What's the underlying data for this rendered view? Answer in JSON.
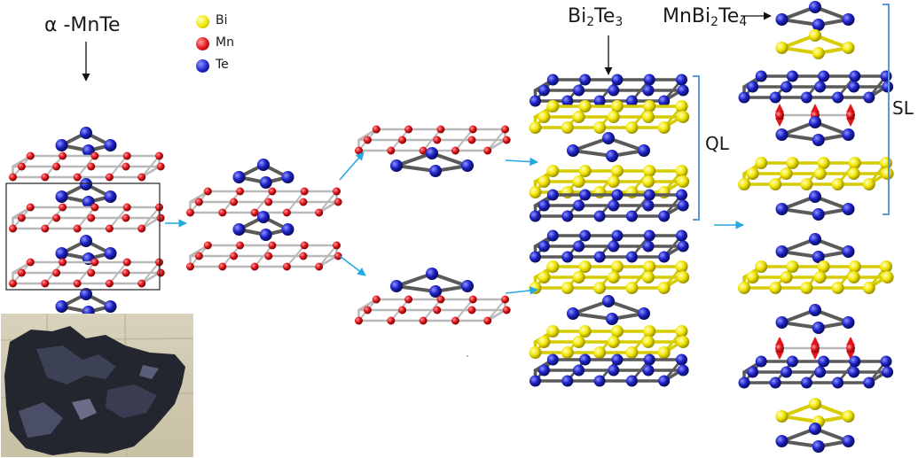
{
  "labels": {
    "alpha_mnte": "α -MnTe",
    "bi2te3_main": "Bi",
    "bi2te3_sub1": "2",
    "bi2te3_mid": "Te",
    "bi2te3_sub2": "3",
    "mnbi2te4_main": "MnBi",
    "mnbi2te4_sub1": "2",
    "mnbi2te4_mid": "Te",
    "mnbi2te4_sub2": "4",
    "ql": "QL",
    "sl": "SL"
  },
  "legend": [
    {
      "label": "Bi",
      "color": "#f2e600"
    },
    {
      "label": "Mn",
      "color": "#e0141b"
    },
    {
      "label": "Te",
      "color": "#1d22c8"
    }
  ],
  "colors": {
    "bi": "#f2e600",
    "mn": "#e0141b",
    "te": "#1d22c8",
    "bond_dark": "#5a5a5a",
    "bond_light": "#b9b9b9",
    "bond_yellow": "#d6cc00",
    "arrow_blue": "#25a7e0",
    "bracket": "#5b9bd5",
    "crystal": "#26283a"
  }
}
